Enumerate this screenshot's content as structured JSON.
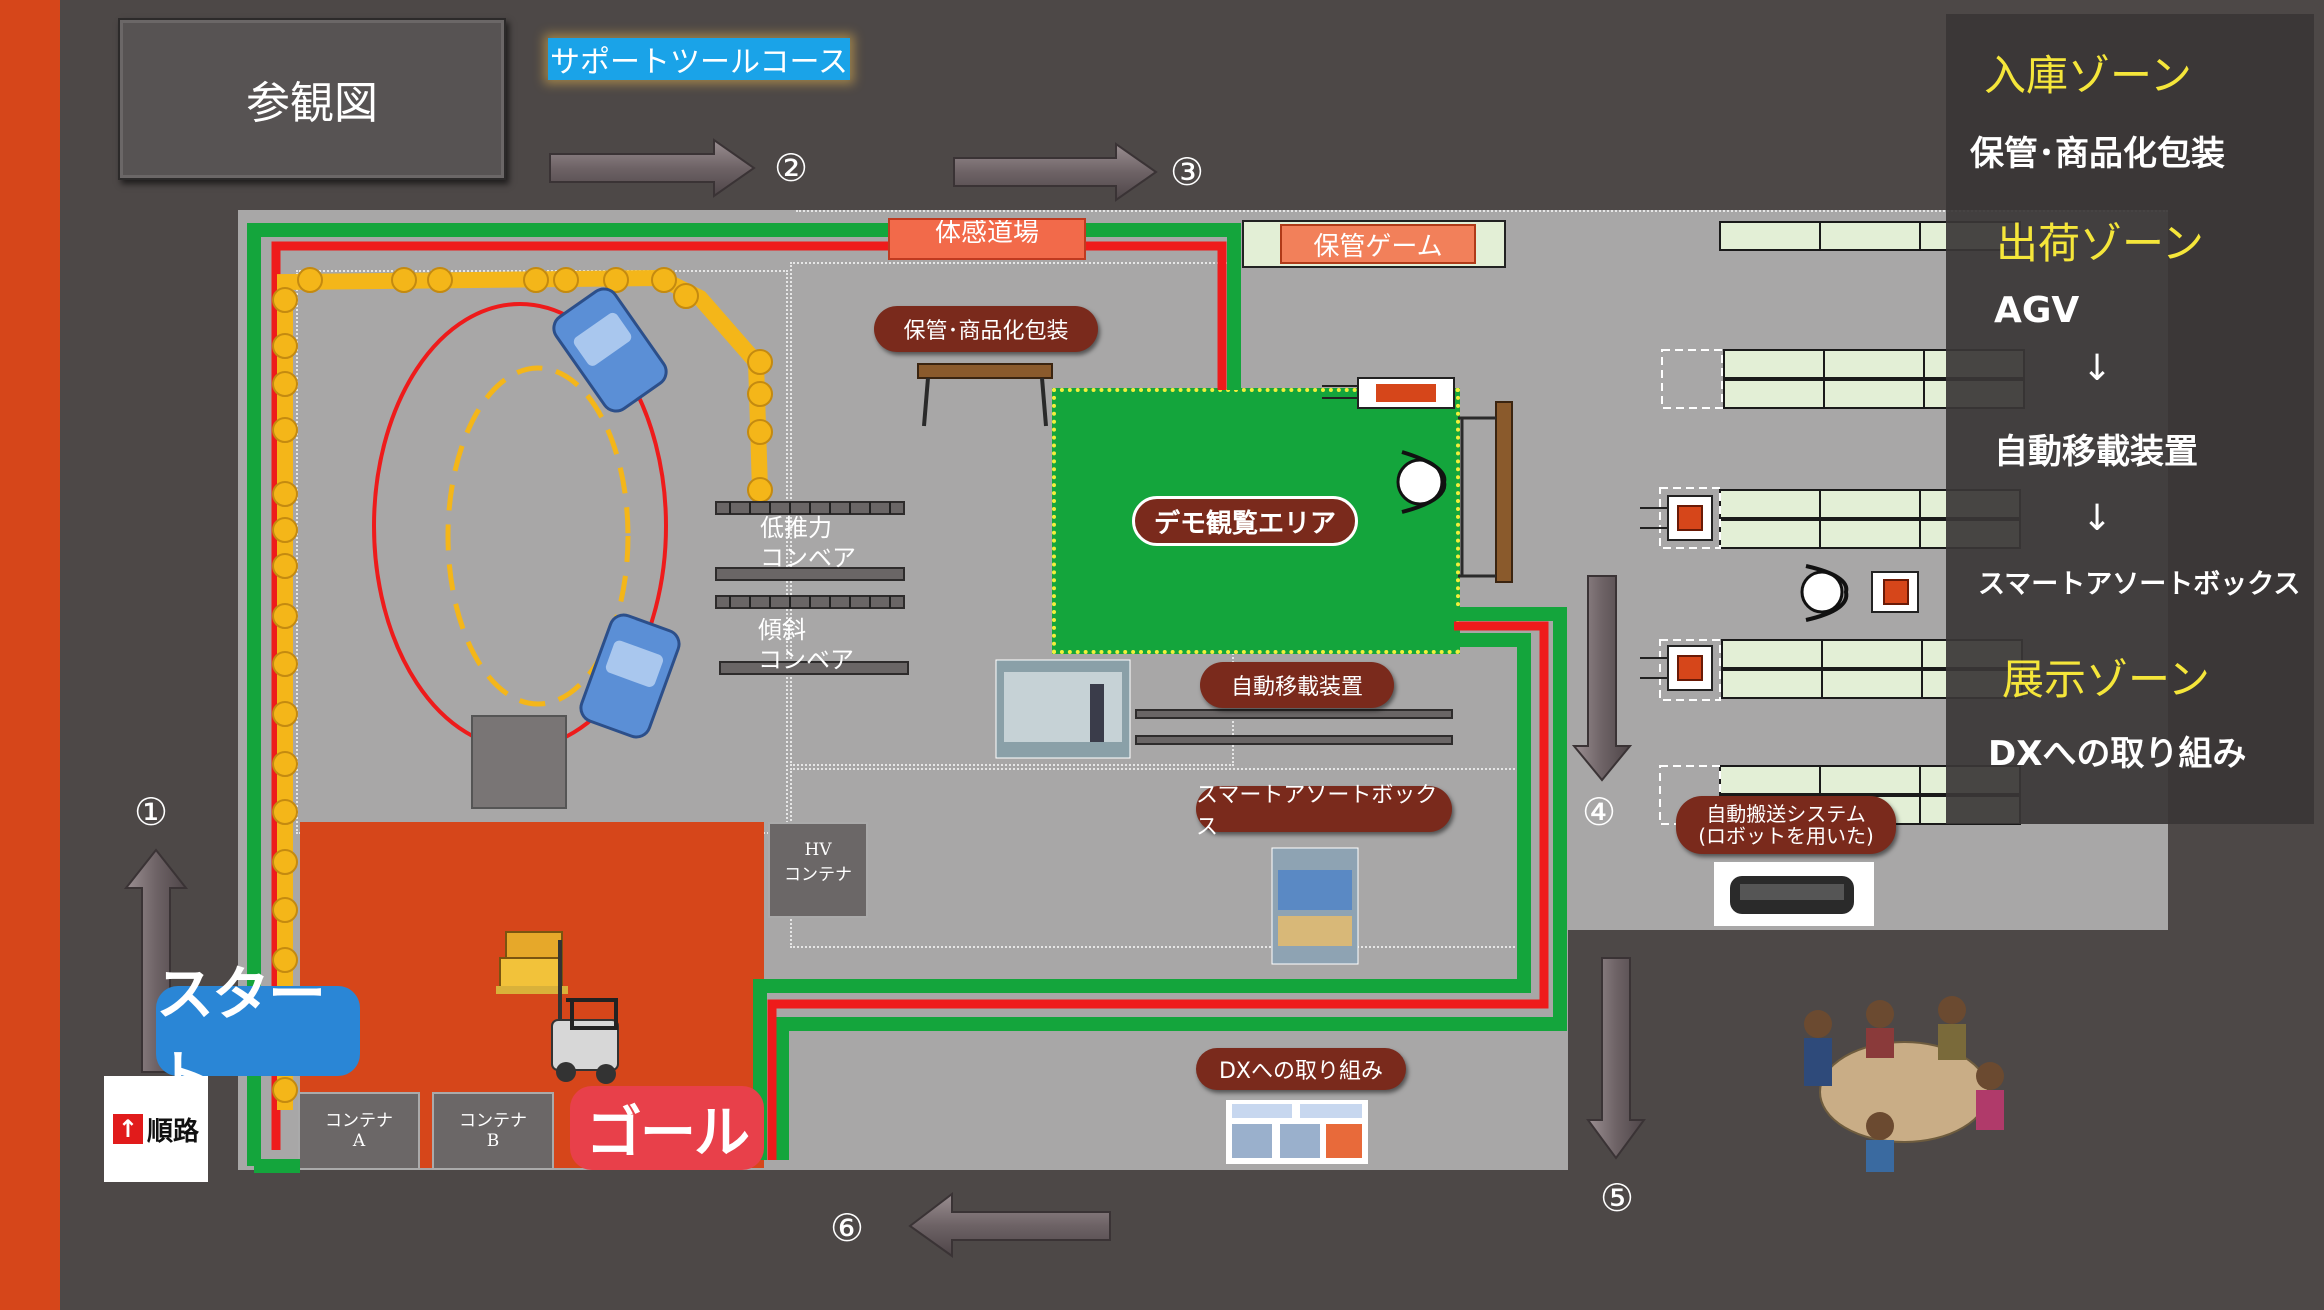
{
  "title": "参観図",
  "course_label": "サポートツールコース",
  "steps": [
    "①",
    "②",
    "③",
    "④",
    "⑤",
    "⑥"
  ],
  "start_label": "スタート",
  "goal_label": "ゴール",
  "route_sign": {
    "arrow": "↑",
    "text": "順路"
  },
  "areas": {
    "taikan_dojo": "体感道場",
    "hokan_game": "保管ゲーム",
    "hokan_label": "保管･商品化包装",
    "demo_area": "デモ観覧エリア",
    "low_thrust": [
      "低推力",
      "コンベア"
    ],
    "incline": [
      "傾斜",
      "コンベア"
    ],
    "auto_transfer": "自動移載装置",
    "smart_sort": "スマートアソートボックス",
    "auto_transport": [
      "自動搬送システム",
      "(ロボットを用いた)"
    ],
    "dx": "DXへの取り組み",
    "hv_container": [
      "HV",
      "コンテナ"
    ],
    "container_a": [
      "コンテナ",
      "A"
    ],
    "container_b": [
      "コンテナ",
      "B"
    ]
  },
  "legend": {
    "zone_in": "入庫ゾーン",
    "in_item": "保管･商品化包装",
    "zone_out": "出荷ゾーン",
    "out_agv": "AGV",
    "down_arrow": "↓",
    "out_transfer": "自動移載装置",
    "out_smart": "スマートアソートボックス",
    "zone_show": "展示ゾーン",
    "show_item": "DXへの取り組み"
  },
  "colors": {
    "background": "#4d4847",
    "floor": "#a8a7a7",
    "green_path": "#14a53c",
    "red_path": "#ee1b1b",
    "yellow_track": "#f4b619",
    "orange_area": "#d6461a",
    "pill": "#7a2a1c",
    "course_badge": "#1aa3e8",
    "start_badge": "#2a86d6",
    "goal_badge": "#e8404a"
  }
}
